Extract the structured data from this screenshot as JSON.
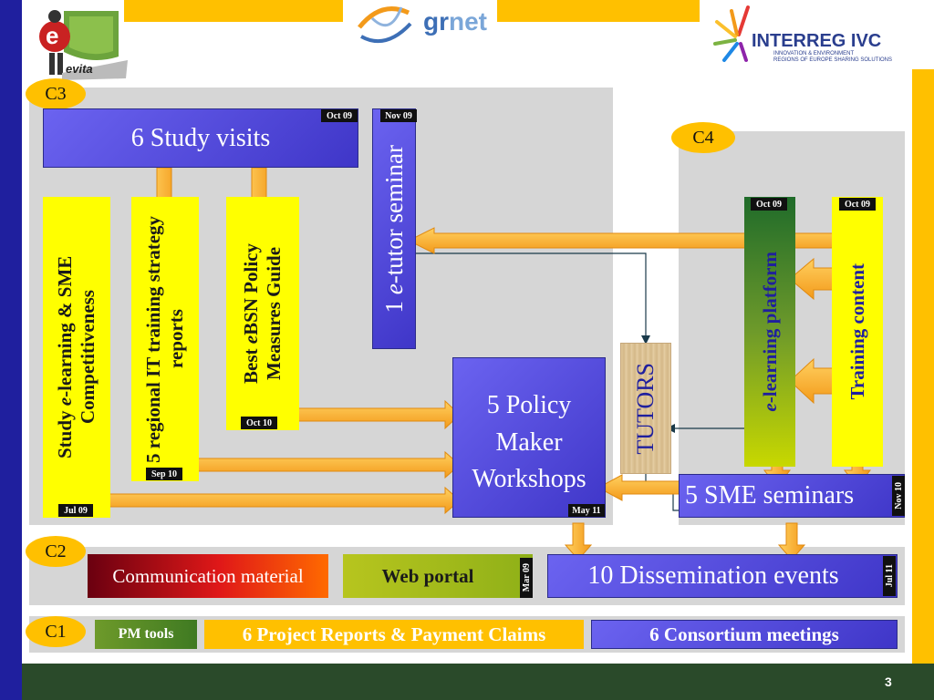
{
  "header": {
    "logo_evita_text": "evita",
    "logo_evita_e": "e",
    "logo_grnet": "grnet",
    "logo_grnet_gr": "gr",
    "logo_grnet_net": "net",
    "logo_interreg": "INTERREG IVC",
    "logo_interreg_sub1": "INNOVATION & ENVIRONMENT",
    "logo_interreg_sub2": "REGIONS OF EUROPE SHARING SOLUTIONS"
  },
  "components": {
    "c3": "C3",
    "c4": "C4",
    "c2": "C2",
    "c1": "C1"
  },
  "c3": {
    "study_visits": "6 Study visits",
    "study_visits_date": "Oct 09",
    "tutor_seminar_prefix": "1 ",
    "tutor_seminar_e": "e",
    "tutor_seminar_suffix": "-tutor seminar",
    "tutor_seminar_date": "Nov 09",
    "study_elearning_a": "Study ",
    "study_elearning_e": "e",
    "study_elearning_b": "-learning & SME Competitiveness",
    "study_elearning_date": "Jul 09",
    "regional_reports": "5 regional IT training strategy reports",
    "regional_reports_date": "Sep 10",
    "best_ebsn_a": "Best ",
    "best_ebsn_e": "e",
    "best_ebsn_b": "BSN Policy Measures Guide",
    "best_ebsn_date": "Oct 10",
    "policy_workshops_1": "5 Policy",
    "policy_workshops_2": "Maker",
    "policy_workshops_3": "Workshops",
    "policy_workshops_date": "May 11",
    "tutors": "TUTORS"
  },
  "c4": {
    "elearning_platform_e": "e",
    "elearning_platform": "-learning platform",
    "elearning_platform_date": "Oct 09",
    "training_content": "Training content",
    "training_content_date": "Oct 09",
    "sme_seminars": "5 SME seminars",
    "sme_seminars_date": "Nov 10"
  },
  "c2": {
    "communication_material": "Communication material",
    "web_portal": "Web portal",
    "web_portal_date": "Mar 09",
    "dissemination_events": "10 Dissemination events",
    "dissemination_date": "Jul 11"
  },
  "c1": {
    "pm_tools": "PM tools",
    "project_reports": "6 Project Reports & Payment Claims",
    "consortium_meetings": "6 Consortium meetings"
  },
  "footer": {
    "page_number": "3"
  },
  "colors": {
    "navy": "#1f1f9e",
    "gold": "#ffc000",
    "footer_green": "#2a4a2a",
    "box_blue": "#5a52e0",
    "yellow": "#ffff00",
    "panel_gray": "#d6d6d6"
  }
}
